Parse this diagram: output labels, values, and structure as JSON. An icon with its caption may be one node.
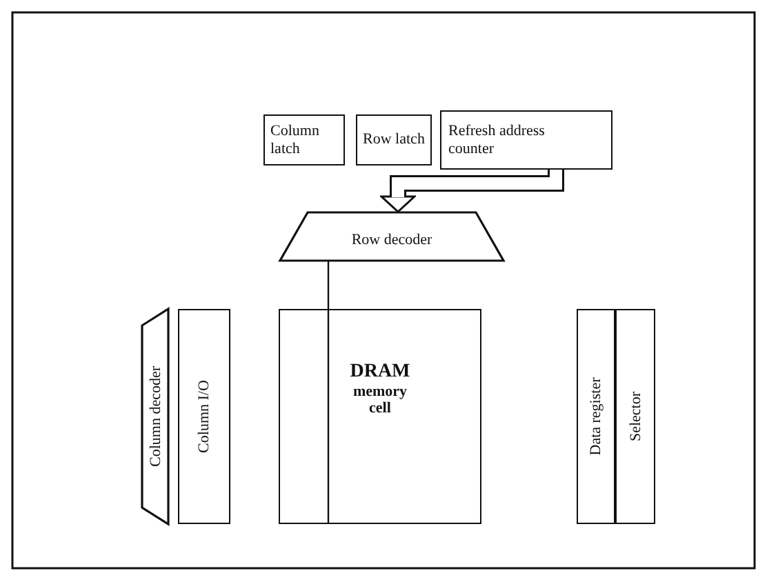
{
  "diagram": {
    "nodes": [
      {
        "text": [
          "Column latch"
        ]
      },
      {
        "text": [
          "Row latch"
        ]
      },
      {
        "text": [
          "Refresh address counter"
        ]
      },
      {
        "text": [
          "Row decoder"
        ]
      },
      {
        "text": [
          "Column decoder"
        ]
      },
      {
        "text": [
          "Column I/O"
        ]
      },
      {
        "text": [
          "DRAM",
          "memory cell"
        ]
      },
      {
        "text": [
          "Data register"
        ]
      },
      {
        "text": [
          "Selector"
        ]
      }
    ],
    "edges": [
      {
        "from": 2,
        "to": 3,
        "arrow": "to",
        "style": "thick"
      },
      {
        "from": 3,
        "to": 6,
        "arrow": "none"
      }
    ]
  }
}
